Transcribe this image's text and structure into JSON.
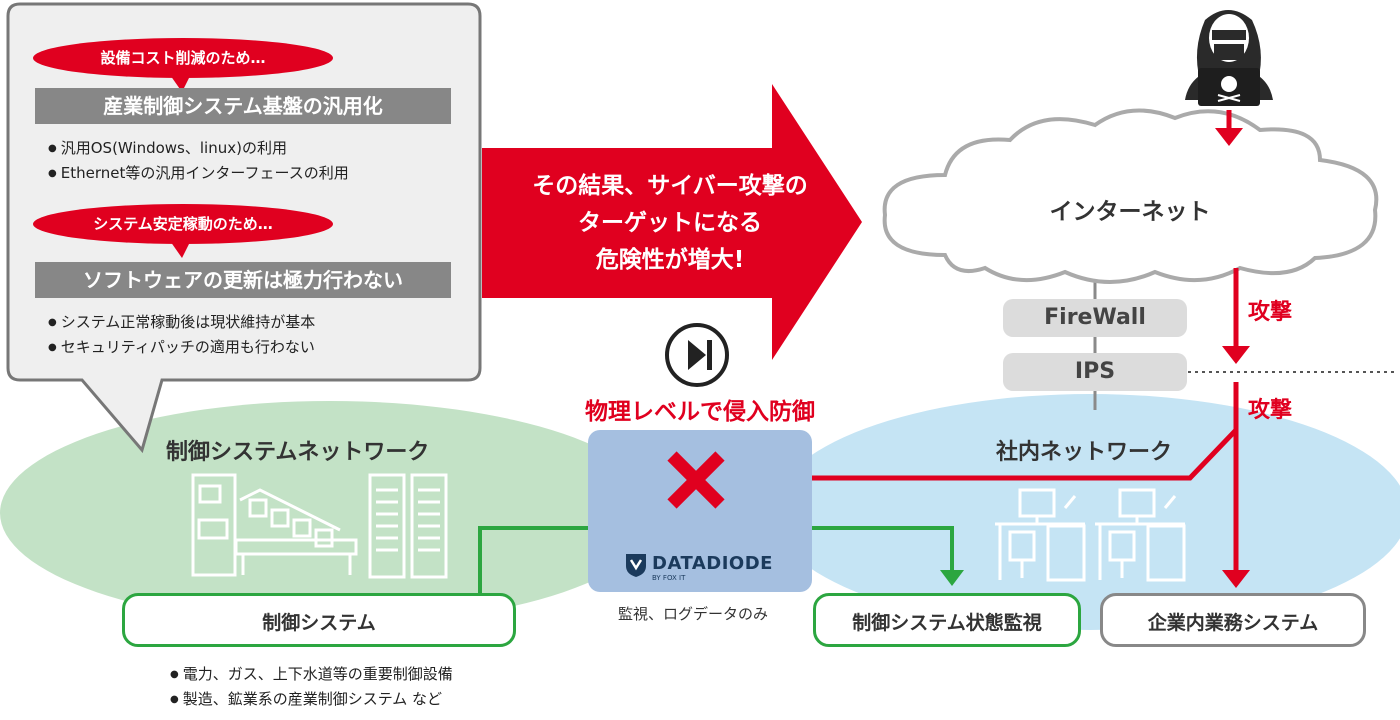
{
  "callout": {
    "pill1": "設備コスト削減のため…",
    "heading1": "産業制御システム基盤の汎用化",
    "bullets1": [
      "汎用OS(Windows、linux)の利用",
      "Ethernet等の汎用インターフェースの利用"
    ],
    "pill2": "システム安定稼動のため…",
    "heading2": "ソフトウェアの更新は極力行わない",
    "bullets2": [
      "システム正常稼動後は現状維持が基本",
      "セキュリティパッチの適用も行わない"
    ]
  },
  "arrow_text": [
    "その結果、サイバー攻撃の",
    "ターゲットになる",
    "危険性が増大!"
  ],
  "internet_label": "インターネット",
  "firewall_label": "FireWall",
  "ips_label": "IPS",
  "attack_label_1": "攻撃",
  "attack_label_2": "攻撃",
  "physical_defense_title": "物理レベルで侵入防御",
  "control_network_title": "制御システムネットワーク",
  "internal_network_title": "社内ネットワーク",
  "datadiode": {
    "brand": "DATADIODE",
    "sub": "BY FOX IT"
  },
  "monitor_note": "監視、ログデータのみ",
  "control_system_label": "制御システム",
  "monitor_system_label": "制御システム状態監視",
  "enterprise_system_label": "企業内業務システム",
  "control_bullets": [
    "電力、ガス、上下水道等の重要制御設備",
    "製造、鉱業系の産業制御システム など"
  ],
  "colors": {
    "red": "#e0001f",
    "green": "#2ca640",
    "navy": "#1b3a5c",
    "left_ellipse": "#c3e2c6",
    "right_ellipse": "#c5e4f4",
    "diode_box": "#a5bfe0"
  },
  "icons": [
    "hacker-icon",
    "skull-icon",
    "cloud-icon",
    "diode-play-icon",
    "cross-icon",
    "factory-icon",
    "server-icon",
    "office-desk-icon",
    "datadiode-logo-icon"
  ]
}
